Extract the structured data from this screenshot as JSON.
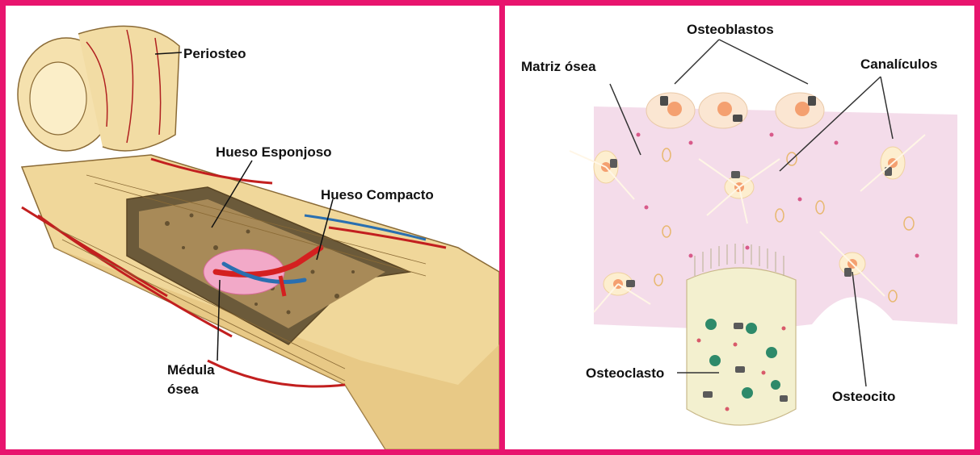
{
  "accent": "#e8146e",
  "left_panel": {
    "labels": {
      "periosteo": "Periosteo",
      "hueso_esponjoso": "Hueso Esponjoso",
      "hueso_compacto": "Hueso Compacto",
      "medula_line1": "Médula",
      "medula_line2": "ósea"
    }
  },
  "right_panel": {
    "labels": {
      "osteoblastos": "Osteoblastos",
      "matriz_osea": "Matriz ósea",
      "canaliculos": "Canalículos",
      "osteoclasto": "Osteoclasto",
      "osteocito": "Osteocito"
    }
  }
}
